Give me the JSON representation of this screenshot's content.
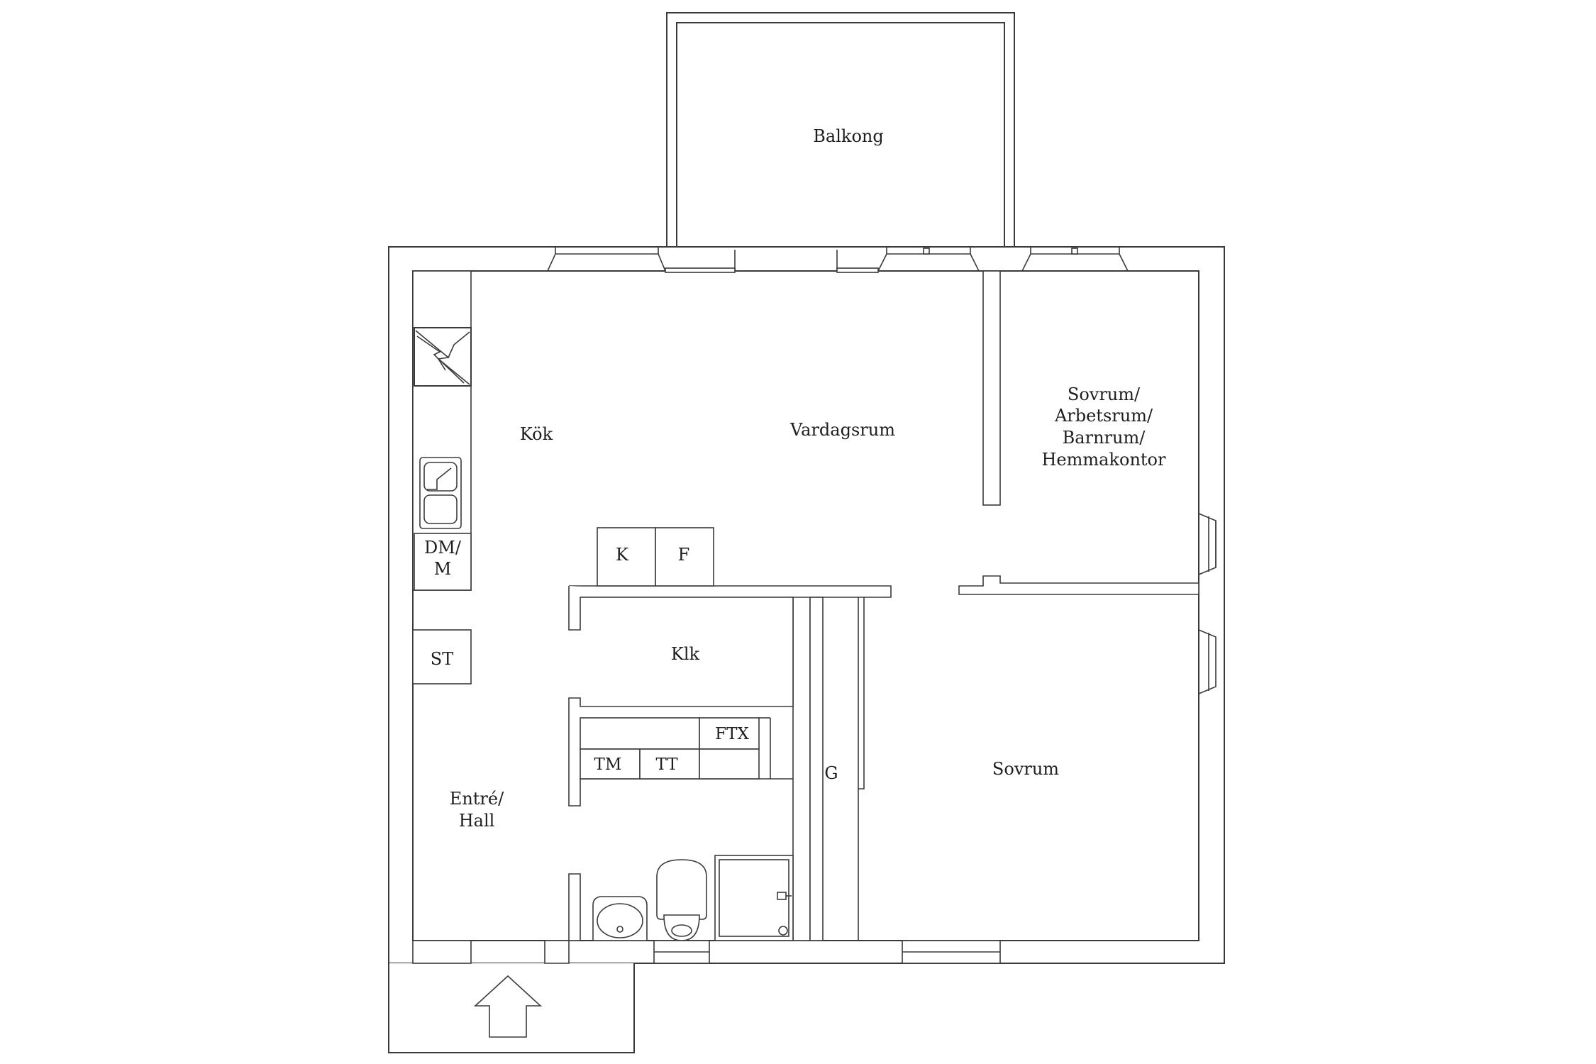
{
  "rooms": {
    "balkong": "Balkong",
    "kok": "Kök",
    "vardagsrum": "Vardagsrum",
    "sovrum_multi": [
      "Sovrum/",
      "Arbetsrum/",
      "Barnrum/",
      "Hemmakontor"
    ],
    "klk": "Klk",
    "entre": [
      "Entré/",
      "Hall"
    ],
    "g": "G",
    "sovrum": "Sovrum"
  },
  "fixtures": {
    "dm": [
      "DM/",
      "M"
    ],
    "st": "ST",
    "k": "K",
    "f": "F",
    "ftx": "FTX",
    "tm": "TM",
    "tt": "TT"
  },
  "icons": [
    "stove-icon",
    "sink-icon",
    "washbasin-icon",
    "toilet-icon",
    "shower-icon",
    "entrance-arrow-icon"
  ]
}
